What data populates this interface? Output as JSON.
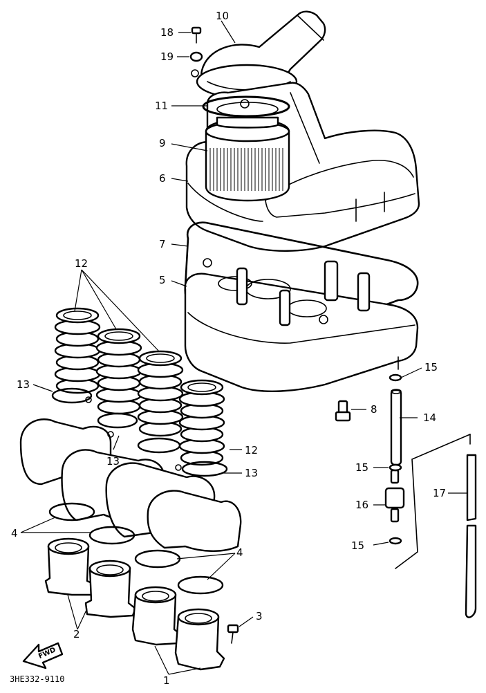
{
  "diagram": {
    "drawing_code": "3HE332-9110",
    "direction_marker": "FWD",
    "callouts": {
      "c1": "1",
      "c2": "2",
      "c3": "3",
      "c4a": "4",
      "c4b": "4",
      "c5": "5",
      "c6": "6",
      "c7": "7",
      "c8": "8",
      "c9": "9",
      "c10": "10",
      "c11": "11",
      "c12a": "12",
      "c12b": "12",
      "c13a": "13",
      "c13b": "13",
      "c13c": "13",
      "c14": "14",
      "c15a": "15",
      "c15b": "15",
      "c15c": "15",
      "c16": "16",
      "c17": "17",
      "c18": "18",
      "c19": "19"
    }
  }
}
